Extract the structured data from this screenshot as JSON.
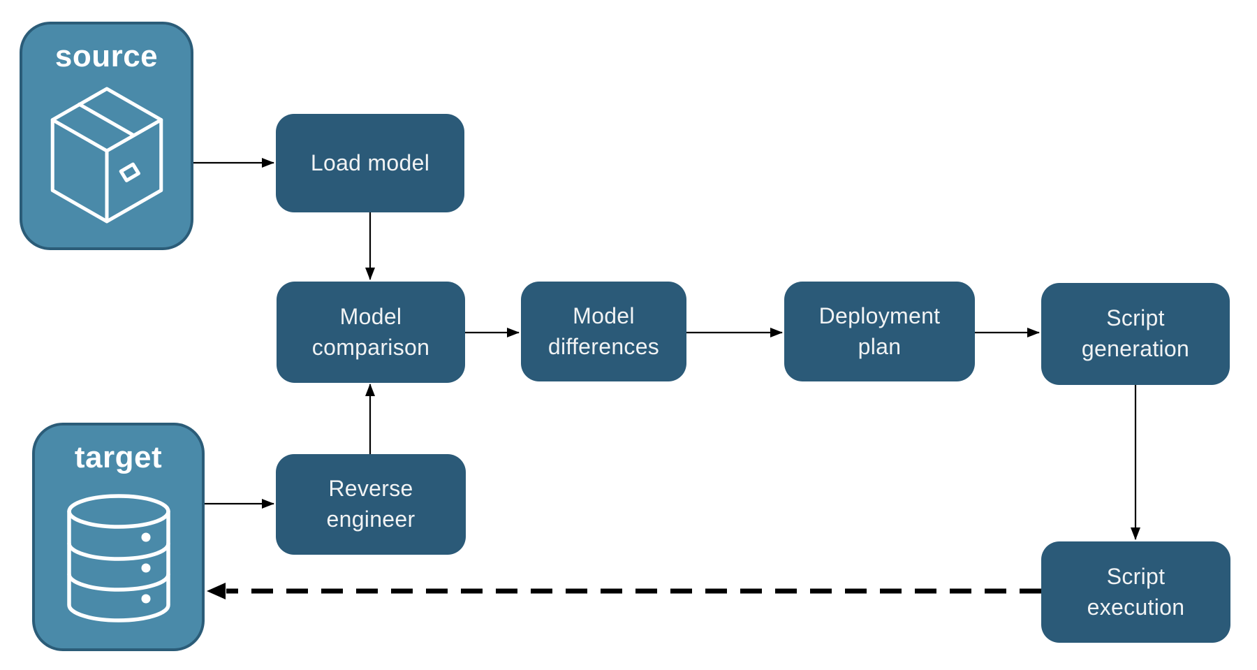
{
  "diagram": {
    "type": "flowchart",
    "background": "#FFFFFF"
  },
  "nodes": {
    "source": {
      "label": "source",
      "icon": "package-icon",
      "kind": "entity"
    },
    "target": {
      "label": "target",
      "icon": "database-icon",
      "kind": "entity"
    },
    "load_model": {
      "label": "Load model",
      "kind": "process"
    },
    "model_comparison": {
      "label": "Model\ncomparison",
      "kind": "process"
    },
    "model_differences": {
      "label": "Model\ndifferences",
      "kind": "process"
    },
    "deployment_plan": {
      "label": "Deployment\nplan",
      "kind": "process"
    },
    "script_generation": {
      "label": "Script\ngeneration",
      "kind": "process"
    },
    "reverse_engineer": {
      "label": "Reverse\nengineer",
      "kind": "process"
    },
    "script_execution": {
      "label": "Script\nexecution",
      "kind": "process"
    }
  },
  "edges": [
    {
      "from": "source",
      "to": "load_model",
      "style": "solid-arrow"
    },
    {
      "from": "load_model",
      "to": "model_comparison",
      "style": "solid-arrow"
    },
    {
      "from": "target",
      "to": "reverse_engineer",
      "style": "solid-arrow"
    },
    {
      "from": "reverse_engineer",
      "to": "model_comparison",
      "style": "solid-arrow"
    },
    {
      "from": "model_comparison",
      "to": "model_differences",
      "style": "solid-arrow"
    },
    {
      "from": "model_differences",
      "to": "deployment_plan",
      "style": "solid-arrow"
    },
    {
      "from": "deployment_plan",
      "to": "script_generation",
      "style": "solid-arrow"
    },
    {
      "from": "script_generation",
      "to": "script_execution",
      "style": "solid-arrow"
    },
    {
      "from": "script_execution",
      "to": "target",
      "style": "dashed-arrow"
    }
  ],
  "colors": {
    "entity_fill": "#4A8AA9",
    "entity_border": "#2B5C78",
    "process_fill": "#2B5A78",
    "process_text": "#F1F3F4",
    "entity_text": "#FFFFFF",
    "arrow": "#000000",
    "background": "#FFFFFF"
  }
}
